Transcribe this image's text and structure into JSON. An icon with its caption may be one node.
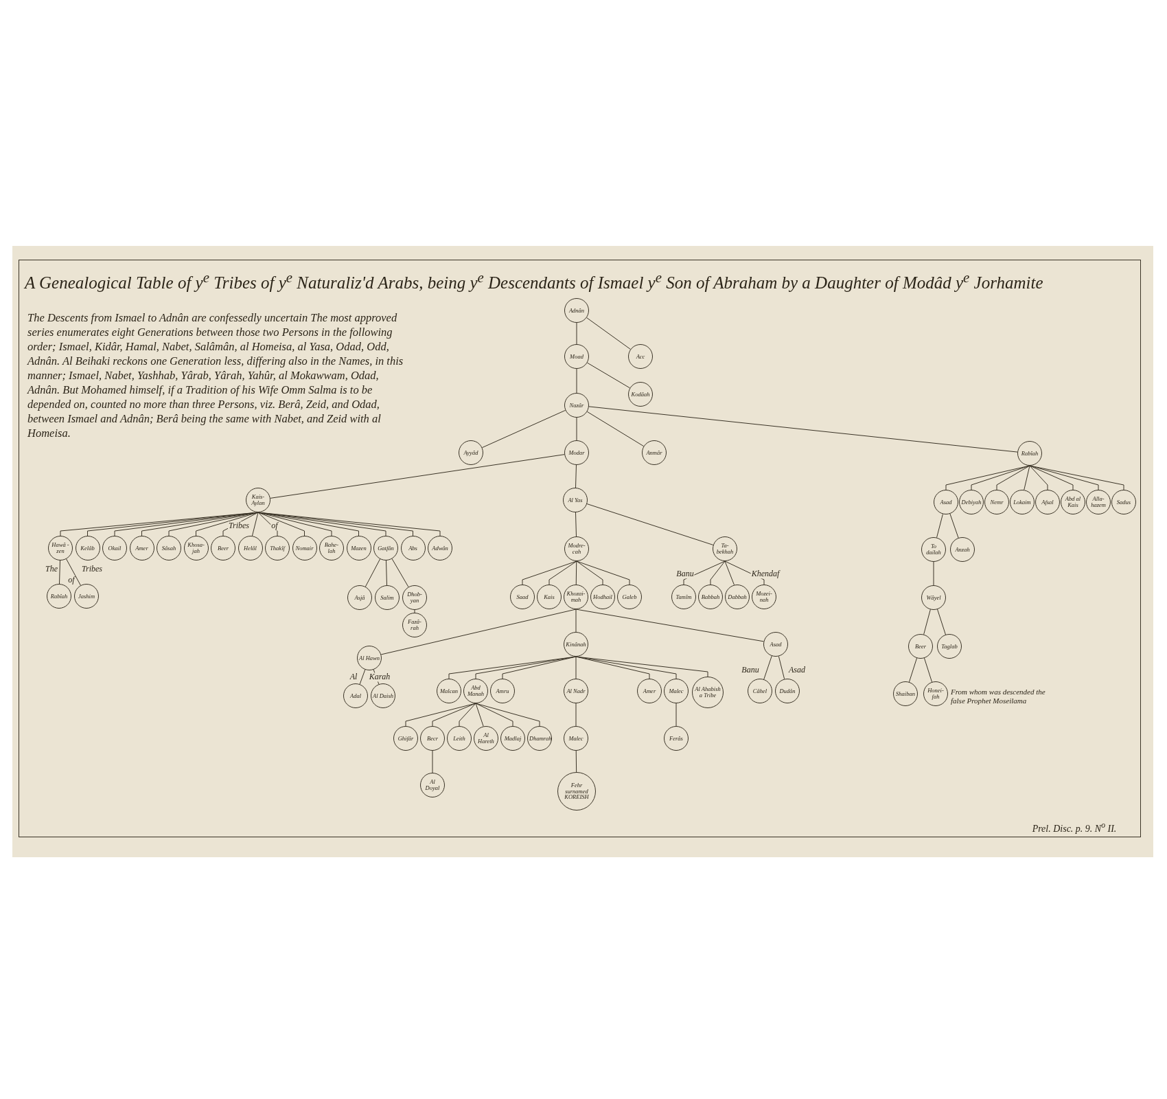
{
  "diagram": {
    "title": "A Genealogical Table of y$^{e}$ Tribes of y$^{e}$ Naturaliz'd Arabs, being y$^{e}$ Descendants of Ismael y$^{e}$ Son of Abraham by a Daughter of Modâd y$^{e}$ Jorhamite",
    "nodes": [
      {
        "text": [
          "Adnân"
        ]
      },
      {
        "text": [
          "Moad"
        ]
      },
      {
        "text": [
          "Acc"
        ]
      },
      {
        "text": [
          "Nazâr"
        ]
      },
      {
        "text": [
          "Kodâah"
        ]
      },
      {
        "text": [
          "Ayyâd"
        ]
      },
      {
        "text": [
          "Modar"
        ]
      },
      {
        "text": [
          "Anmâr"
        ]
      },
      {
        "text": [
          "Rabîah"
        ]
      },
      {
        "text": [
          "Kais- Aylan"
        ]
      },
      {
        "text": [
          "Al Yas"
        ]
      },
      {
        "text": [
          "Hawâ -zen"
        ]
      },
      {
        "text": [
          "Kelâb"
        ]
      },
      {
        "text": [
          "Okail"
        ]
      },
      {
        "text": [
          "Amer"
        ]
      },
      {
        "text": [
          "Sâsah"
        ]
      },
      {
        "text": [
          "Khosa- jah"
        ]
      },
      {
        "text": [
          "Beer"
        ]
      },
      {
        "text": [
          "Helâl"
        ]
      },
      {
        "text": [
          "Thakîf"
        ]
      },
      {
        "text": [
          "Nomair"
        ]
      },
      {
        "text": [
          "Bahe- lah"
        ]
      },
      {
        "text": [
          "Mazen"
        ]
      },
      {
        "text": [
          "Gatfân"
        ]
      },
      {
        "text": [
          "Abs"
        ]
      },
      {
        "text": [
          "Adwân"
        ]
      },
      {
        "text": [
          "Modre- cah"
        ]
      },
      {
        "text": [
          "Ta- bekhah"
        ]
      },
      {
        "text": [
          "Asad"
        ]
      },
      {
        "text": [
          "Debiyah"
        ]
      },
      {
        "text": [
          "Nemr"
        ]
      },
      {
        "text": [
          "Lokaim"
        ]
      },
      {
        "text": [
          "Afsal"
        ]
      },
      {
        "text": [
          "Abd al Kais"
        ]
      },
      {
        "text": [
          "Alla- hazem"
        ]
      },
      {
        "text": [
          "Sadus"
        ]
      },
      {
        "text": [
          "To dailah"
        ]
      },
      {
        "text": [
          "Anzah"
        ]
      },
      {
        "text": [
          "Rabîah"
        ]
      },
      {
        "text": [
          "Jashim"
        ]
      },
      {
        "text": [
          "Asjâ"
        ]
      },
      {
        "text": [
          "Salim"
        ]
      },
      {
        "text": [
          "Dhob- yan"
        ]
      },
      {
        "text": [
          "Saad"
        ]
      },
      {
        "text": [
          "Kais"
        ]
      },
      {
        "text": [
          "Khozai- mah"
        ]
      },
      {
        "text": [
          "Hodhail"
        ]
      },
      {
        "text": [
          "Galeb"
        ]
      },
      {
        "text": [
          "Tamîm"
        ]
      },
      {
        "text": [
          "Babbah"
        ]
      },
      {
        "text": [
          "Dabbah"
        ]
      },
      {
        "text": [
          "Mozei- nah"
        ]
      },
      {
        "text": [
          "Wâyel"
        ]
      },
      {
        "text": [
          "Fazâ- rah"
        ]
      },
      {
        "text": [
          "Kinânah"
        ]
      },
      {
        "text": [
          "Asad"
        ]
      },
      {
        "text": [
          "Al Hawn"
        ]
      },
      {
        "text": [
          "Beer"
        ]
      },
      {
        "text": [
          "Taglab"
        ]
      },
      {
        "text": [
          "Adal"
        ]
      },
      {
        "text": [
          "Al Daish"
        ]
      },
      {
        "text": [
          "Malcan"
        ]
      },
      {
        "text": [
          "Abd Manah"
        ]
      },
      {
        "text": [
          "Amru"
        ]
      },
      {
        "text": [
          "Al Nadr"
        ]
      },
      {
        "text": [
          "Amer"
        ]
      },
      {
        "text": [
          "Malec"
        ]
      },
      {
        "text": [
          "Al Ahabish a Tribe"
        ]
      },
      {
        "text": [
          "Câhel"
        ]
      },
      {
        "text": [
          "Dudân"
        ]
      },
      {
        "text": [
          "Shaiban"
        ]
      },
      {
        "text": [
          "Honei- fah"
        ],
        "beside": [
          "From whom was descended the false Prophet Moseilama"
        ]
      },
      {
        "text": [
          "Ghifâr"
        ]
      },
      {
        "text": [
          "Becr"
        ]
      },
      {
        "text": [
          "Leith"
        ]
      },
      {
        "text": [
          "Al Hareth"
        ]
      },
      {
        "text": [
          "Madlaj"
        ]
      },
      {
        "text": [
          "Dhamrah"
        ]
      },
      {
        "text": [
          "Malec"
        ]
      },
      {
        "text": [
          "Ferâs"
        ]
      },
      {
        "text": [
          "Al Doyal"
        ]
      },
      {
        "text": [
          "Fehr surnamed KOREISH"
        ]
      }
    ],
    "edges": [
      {
        "from": 0,
        "to": 1,
        "arrow": "none"
      },
      {
        "from": 1,
        "to": 3,
        "arrow": "none"
      },
      {
        "from": 3,
        "to": 6,
        "arrow": "none"
      },
      {
        "from": 6,
        "to": 10,
        "arrow": "none"
      },
      {
        "from": 10,
        "to": 26,
        "arrow": "none"
      },
      {
        "from": 26,
        "to": 45,
        "arrow": "none"
      },
      {
        "from": 45,
        "to": 54,
        "arrow": "none"
      },
      {
        "from": 54,
        "to": 64,
        "arrow": "none"
      },
      {
        "from": 64,
        "to": 78,
        "arrow": "none"
      },
      {
        "from": 78,
        "to": 81,
        "arrow": "none"
      },
      {
        "from": 0,
        "to": 2,
        "arrow": "none"
      },
      {
        "from": 1,
        "to": 4,
        "arrow": "none"
      },
      {
        "from": 3,
        "to": 5,
        "arrow": "none"
      },
      {
        "from": 3,
        "to": 7,
        "arrow": "none"
      },
      {
        "from": 3,
        "to": 8,
        "arrow": "none"
      },
      {
        "from": 6,
        "to": 9,
        "arrow": "none"
      },
      {
        "from": 10,
        "to": 27,
        "arrow": "none"
      },
      {
        "from": 9,
        "to": 11,
        "arrow": "none"
      },
      {
        "from": 9,
        "to": 12,
        "arrow": "none"
      },
      {
        "from": 9,
        "to": 13,
        "arrow": "none"
      },
      {
        "from": 9,
        "to": 14,
        "arrow": "none"
      },
      {
        "from": 9,
        "to": 15,
        "arrow": "none"
      },
      {
        "from": 9,
        "to": 16,
        "arrow": "none"
      },
      {
        "from": 9,
        "to": 17,
        "arrow": "none"
      },
      {
        "from": 9,
        "to": 18,
        "arrow": "none"
      },
      {
        "from": 9,
        "to": 19,
        "arrow": "none"
      },
      {
        "from": 9,
        "to": 20,
        "arrow": "none"
      },
      {
        "from": 9,
        "to": 21,
        "arrow": "none"
      },
      {
        "from": 9,
        "to": 22,
        "arrow": "none"
      },
      {
        "from": 9,
        "to": 23,
        "arrow": "none"
      },
      {
        "from": 9,
        "to": 24,
        "arrow": "none"
      },
      {
        "from": 9,
        "to": 25,
        "arrow": "none"
      },
      {
        "from": 11,
        "to": 38,
        "arrow": "none"
      },
      {
        "from": 11,
        "to": 39,
        "arrow": "none"
      },
      {
        "from": 23,
        "to": 40,
        "arrow": "none"
      },
      {
        "from": 23,
        "to": 41,
        "arrow": "none"
      },
      {
        "from": 23,
        "to": 42,
        "arrow": "none"
      },
      {
        "from": 42,
        "to": 53,
        "arrow": "none"
      },
      {
        "from": 26,
        "to": 43,
        "arrow": "none"
      },
      {
        "from": 26,
        "to": 44,
        "arrow": "none"
      },
      {
        "from": 26,
        "to": 46,
        "arrow": "none"
      },
      {
        "from": 26,
        "to": 47,
        "arrow": "none"
      },
      {
        "from": 27,
        "to": 48,
        "arrow": "none"
      },
      {
        "from": 27,
        "to": 49,
        "arrow": "none"
      },
      {
        "from": 27,
        "to": 50,
        "arrow": "none"
      },
      {
        "from": 27,
        "to": 51,
        "arrow": "none"
      },
      {
        "from": 8,
        "to": 28,
        "arrow": "none"
      },
      {
        "from": 8,
        "to": 29,
        "arrow": "none"
      },
      {
        "from": 8,
        "to": 30,
        "arrow": "none"
      },
      {
        "from": 8,
        "to": 31,
        "arrow": "none"
      },
      {
        "from": 8,
        "to": 32,
        "arrow": "none"
      },
      {
        "from": 8,
        "to": 33,
        "arrow": "none"
      },
      {
        "from": 8,
        "to": 34,
        "arrow": "none"
      },
      {
        "from": 8,
        "to": 35,
        "arrow": "none"
      },
      {
        "from": 28,
        "to": 36,
        "arrow": "none"
      },
      {
        "from": 28,
        "to": 37,
        "arrow": "none"
      },
      {
        "from": 36,
        "to": 52,
        "arrow": "none"
      },
      {
        "from": 52,
        "to": 57,
        "arrow": "none"
      },
      {
        "from": 52,
        "to": 58,
        "arrow": "none"
      },
      {
        "from": 57,
        "to": 70,
        "arrow": "none"
      },
      {
        "from": 57,
        "to": 71,
        "arrow": "none"
      },
      {
        "from": 45,
        "to": 56,
        "arrow": "none"
      },
      {
        "from": 45,
        "to": 55,
        "arrow": "none"
      },
      {
        "from": 56,
        "to": 59,
        "arrow": "none"
      },
      {
        "from": 56,
        "to": 60,
        "arrow": "none"
      },
      {
        "from": 55,
        "to": 68,
        "arrow": "none"
      },
      {
        "from": 55,
        "to": 69,
        "arrow": "none"
      },
      {
        "from": 54,
        "to": 61,
        "arrow": "none"
      },
      {
        "from": 54,
        "to": 62,
        "arrow": "none"
      },
      {
        "from": 54,
        "to": 63,
        "arrow": "none"
      },
      {
        "from": 54,
        "to": 65,
        "arrow": "none"
      },
      {
        "from": 54,
        "to": 66,
        "arrow": "none"
      },
      {
        "from": 54,
        "to": 67,
        "arrow": "none"
      },
      {
        "from": 62,
        "to": 72,
        "arrow": "none"
      },
      {
        "from": 62,
        "to": 73,
        "arrow": "none"
      },
      {
        "from": 62,
        "to": 74,
        "arrow": "none"
      },
      {
        "from": 62,
        "to": 75,
        "arrow": "none"
      },
      {
        "from": 62,
        "to": 76,
        "arrow": "none"
      },
      {
        "from": 62,
        "to": 77,
        "arrow": "none"
      },
      {
        "from": 73,
        "to": 80,
        "arrow": "none"
      },
      {
        "from": 66,
        "to": 79,
        "arrow": "none"
      }
    ],
    "labels": [
      "The Descents from Ismael to Adnân are confessedly uncertain The most approved series enumerates eight Generations between those two Persons in the following order; Ismael, Kidâr, Hamal, Nabet, Salâmân, al Homeisa, al Yasa, Odad, Odd, Adnân. Al Beihaki reckons one Generation less, differing also in the Names, in this manner; Ismael, Nabet, Yashhab, Yârab, Yârah, Yahûr, al Mokawwam, Odad, Adnân. But Mohamed himself, if a Tradition of his Wife Omm Salma is to be depended on, counted no more than three Persons, viz. Berâ, Zeid, and Odad, between Ismael and Adnân; Berâ being the same with Nabet, and Zeid with al Homeisa.",
      "Tribes",
      "of",
      "The",
      "Tribes",
      "of",
      "Banu",
      "Khendaf",
      "Al",
      "Karah",
      "Banu",
      "Asad",
      "Prel. Disc. p. 9. N$^{o}$ II."
    ]
  }
}
